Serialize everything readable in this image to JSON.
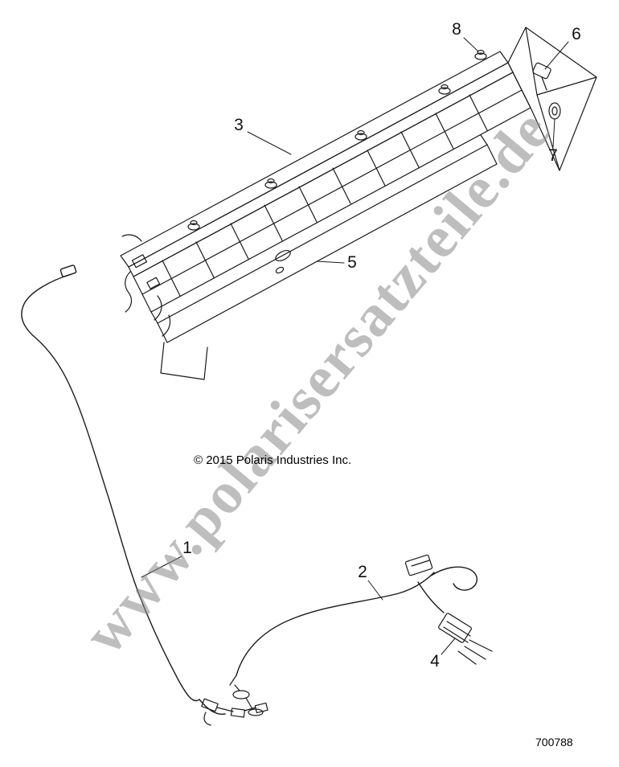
{
  "page": {
    "watermark_text": "www.polarisersatzteile.de",
    "copyright_text": "© 2015 Polaris Industries Inc.",
    "part_number": "700788"
  },
  "callouts": [
    {
      "label": "1"
    },
    {
      "label": "2"
    },
    {
      "label": "3"
    },
    {
      "label": "4"
    },
    {
      "label": "5"
    },
    {
      "label": "6"
    },
    {
      "label": "7"
    },
    {
      "label": "8"
    }
  ],
  "colors": {
    "line": "#1a1a1a",
    "watermark": "#8a8a8a",
    "background": "#ffffff"
  }
}
